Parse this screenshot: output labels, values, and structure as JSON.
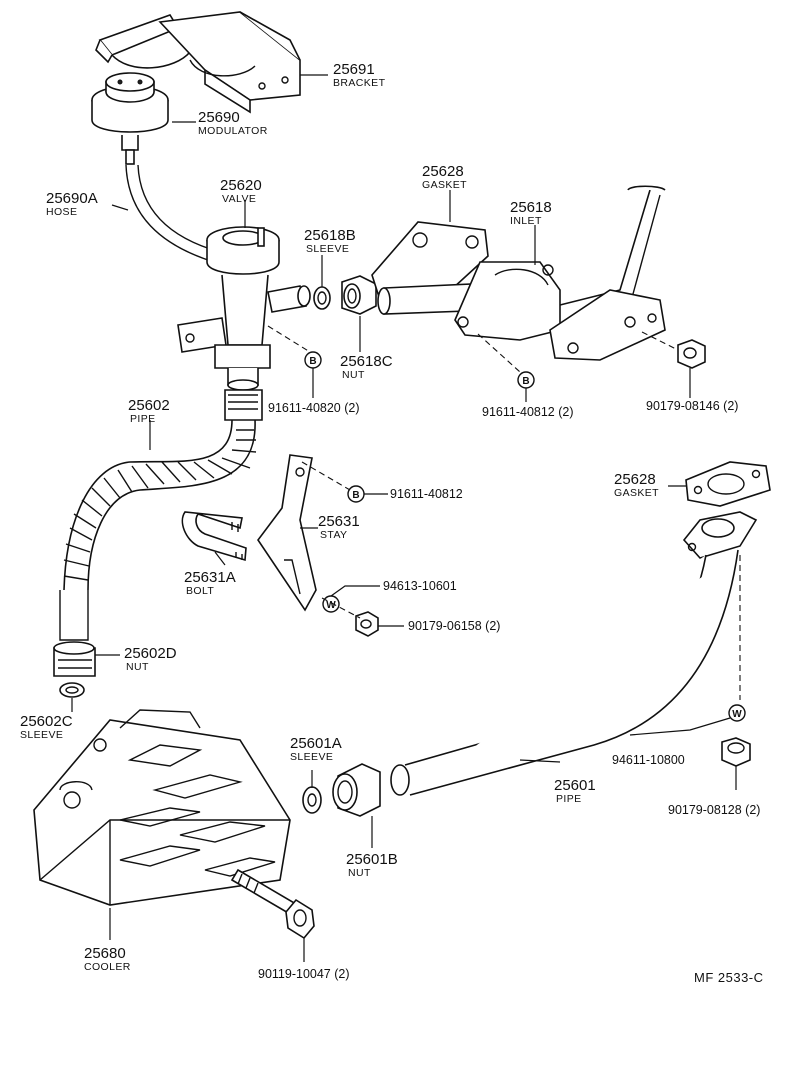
{
  "parts": [
    {
      "id": "p1",
      "number": "25691",
      "name": "BRACKET"
    },
    {
      "id": "p2",
      "number": "25690",
      "name": "MODULATOR"
    },
    {
      "id": "p3",
      "number": "25690A",
      "name": "HOSE"
    },
    {
      "id": "p4",
      "number": "25620",
      "name": "VALVE"
    },
    {
      "id": "p5",
      "number": "25618B",
      "name": "SLEEVE"
    },
    {
      "id": "p6",
      "number": "25628",
      "name": "GASKET"
    },
    {
      "id": "p7",
      "number": "25618",
      "name": "INLET"
    },
    {
      "id": "p8",
      "number": "25618C",
      "name": "NUT"
    },
    {
      "id": "p9",
      "number": "25602",
      "name": "PIPE"
    },
    {
      "id": "p10",
      "number": "25628",
      "name": "GASKET"
    },
    {
      "id": "p11",
      "number": "25631",
      "name": "STAY"
    },
    {
      "id": "p12",
      "number": "25631A",
      "name": "BOLT"
    },
    {
      "id": "p13",
      "number": "25602D",
      "name": "NUT"
    },
    {
      "id": "p14",
      "number": "25602C",
      "name": "SLEEVE"
    },
    {
      "id": "p15",
      "number": "25601A",
      "name": "SLEEVE"
    },
    {
      "id": "p16",
      "number": "25601",
      "name": "PIPE"
    },
    {
      "id": "p17",
      "number": "25601B",
      "name": "NUT"
    },
    {
      "id": "p18",
      "number": "25680",
      "name": "COOLER"
    }
  ],
  "fasteners": [
    {
      "id": "f1",
      "callout": "B",
      "ref": "91611-40820 (2)"
    },
    {
      "id": "f2",
      "callout": "B",
      "ref": "91611-40812 (2)"
    },
    {
      "id": "f3",
      "callout": "",
      "ref": "90179-08146 (2)"
    },
    {
      "id": "f4",
      "callout": "B",
      "ref": "91611-40812"
    },
    {
      "id": "f5",
      "callout": "",
      "ref": "94613-10601"
    },
    {
      "id": "f6",
      "callout": "W",
      "ref": "90179-06158 (2)"
    },
    {
      "id": "f7",
      "callout": "W",
      "ref": "94611-10800"
    },
    {
      "id": "f8",
      "callout": "",
      "ref": "90179-08128 (2)"
    },
    {
      "id": "f9",
      "callout": "",
      "ref": "90119-10047 (2)"
    }
  ],
  "footer": {
    "code": "MF  2533-C"
  }
}
